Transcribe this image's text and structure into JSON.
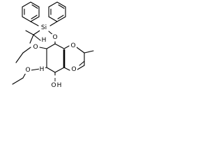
{
  "diagram": {
    "atom_labels": {
      "si": "Si",
      "o_silyl": "O",
      "o_top_left": "O",
      "o_top_right": "O",
      "o_bottom_left": "O",
      "o_bottom_right": "O",
      "oh_o": "O",
      "oh_h": "H",
      "h_upper": "H",
      "h_lower": "H"
    },
    "colors": {
      "ink": "#000000",
      "background": "#ffffff"
    }
  }
}
